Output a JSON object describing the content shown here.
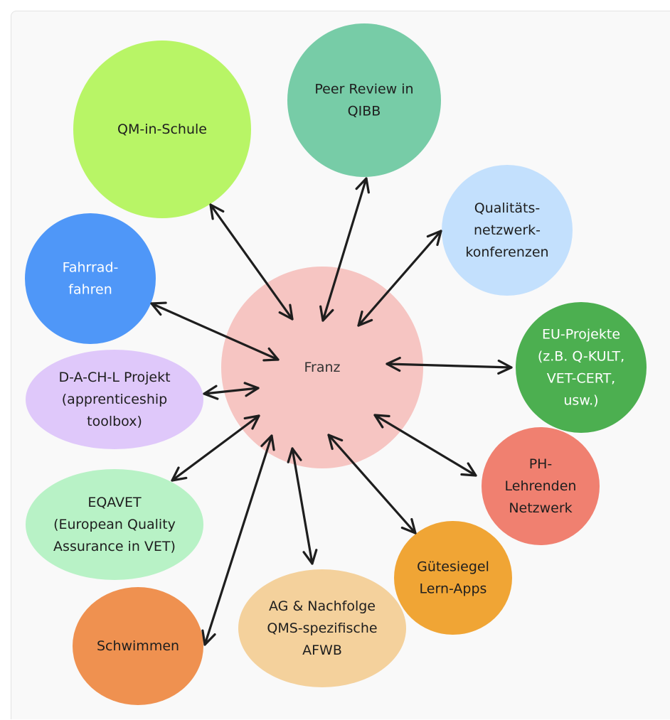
{
  "center": {
    "lines": [
      "Franz"
    ],
    "fill": "#f6c5c2",
    "text_color": "#333333"
  },
  "nodes": [
    {
      "id": "qm-in-schule",
      "lines": [
        "QM-in-Schule"
      ],
      "fill": "#b8f566",
      "text_color": "#1e1e1e"
    },
    {
      "id": "peer-review",
      "lines": [
        "Peer Review in",
        "QIBB"
      ],
      "fill": "#77cca7",
      "text_color": "#1e1e1e"
    },
    {
      "id": "qualitaetsnetzwerk",
      "lines": [
        "Qualitäts-",
        "netzwerk-",
        "konferenzen"
      ],
      "fill": "#c3e0fd",
      "text_color": "#1e1e1e"
    },
    {
      "id": "eu-projekte",
      "lines": [
        "EU-Projekte",
        "(z.B. Q-KULT,",
        "VET-CERT,",
        "usw.)"
      ],
      "fill": "#4caf50",
      "text_color": "#ffffff"
    },
    {
      "id": "ph-lehrenden",
      "lines": [
        "PH-",
        "Lehrenden",
        "Netzwerk"
      ],
      "fill": "#f08070",
      "text_color": "#1e1e1e"
    },
    {
      "id": "guetesiegel",
      "lines": [
        "Gütesiegel",
        "Lern-Apps"
      ],
      "fill": "#f0a535",
      "text_color": "#1e1e1e"
    },
    {
      "id": "ag-nachfolge",
      "lines": [
        "AG & Nachfolge",
        "QMS-spezifische",
        "AFWB"
      ],
      "fill": "#f4d19c",
      "text_color": "#1e1e1e"
    },
    {
      "id": "schwimmen",
      "lines": [
        "Schwimmen"
      ],
      "fill": "#ef9150",
      "text_color": "#1e1e1e"
    },
    {
      "id": "eqavet",
      "lines": [
        "EQAVET",
        "(European Quality",
        "Assurance in VET)"
      ],
      "fill": "#b8f2c6",
      "text_color": "#1e1e1e"
    },
    {
      "id": "dachl",
      "lines": [
        "D-A-CH-L Projekt",
        "(apprenticeship",
        "toolbox)"
      ],
      "fill": "#dfc8fa",
      "text_color": "#1e1e1e"
    },
    {
      "id": "fahrrad",
      "lines": [
        "Fahrrad-",
        "fahren"
      ],
      "fill": "#4f97f8",
      "text_color": "#ffffff"
    }
  ],
  "arrow_color": "#1e1e1e"
}
